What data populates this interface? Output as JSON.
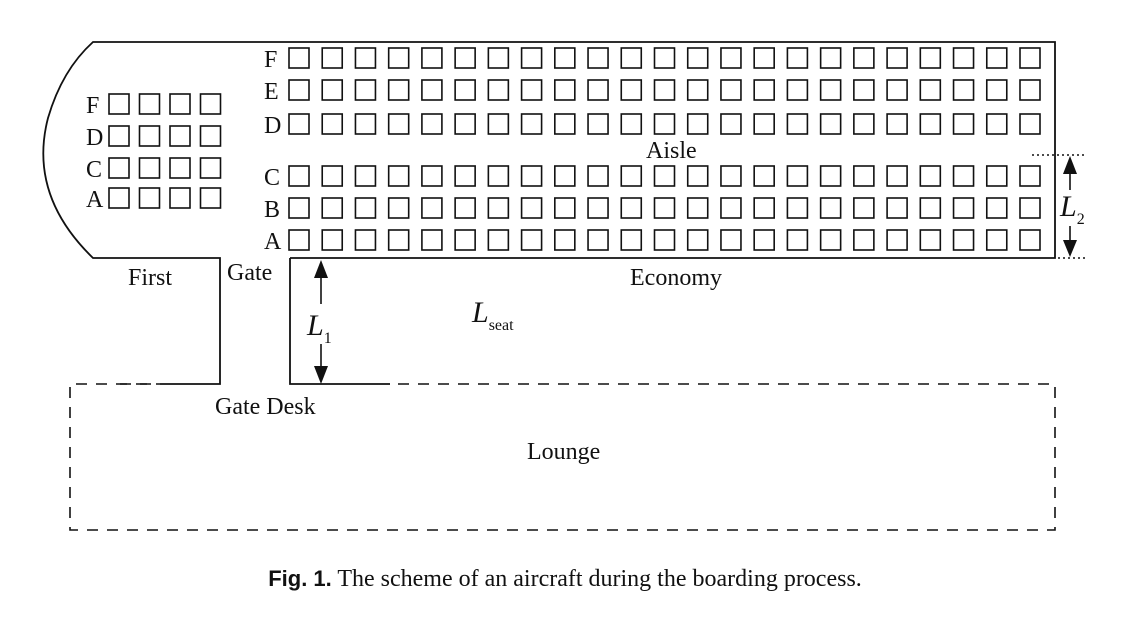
{
  "first_class": {
    "label": "First",
    "rows": [
      "F",
      "D",
      "C",
      "A"
    ],
    "seats_per_row": 4
  },
  "economy": {
    "label": "Economy",
    "rows_upper": [
      "F",
      "E",
      "D"
    ],
    "rows_lower": [
      "C",
      "B",
      "A"
    ],
    "seats_per_row": 23
  },
  "labels": {
    "aisle": "Aisle",
    "gate": "Gate",
    "gate_desk": "Gate Desk",
    "lounge": "Lounge"
  },
  "dimensions": {
    "l1_main": "L",
    "l1_sub": "1",
    "l2_main": "L",
    "l2_sub": "2",
    "lseat_main": "L",
    "lseat_sub": "seat"
  },
  "caption": {
    "label": "Fig. 1.",
    "text": " The scheme of an aircraft during the boarding process."
  }
}
